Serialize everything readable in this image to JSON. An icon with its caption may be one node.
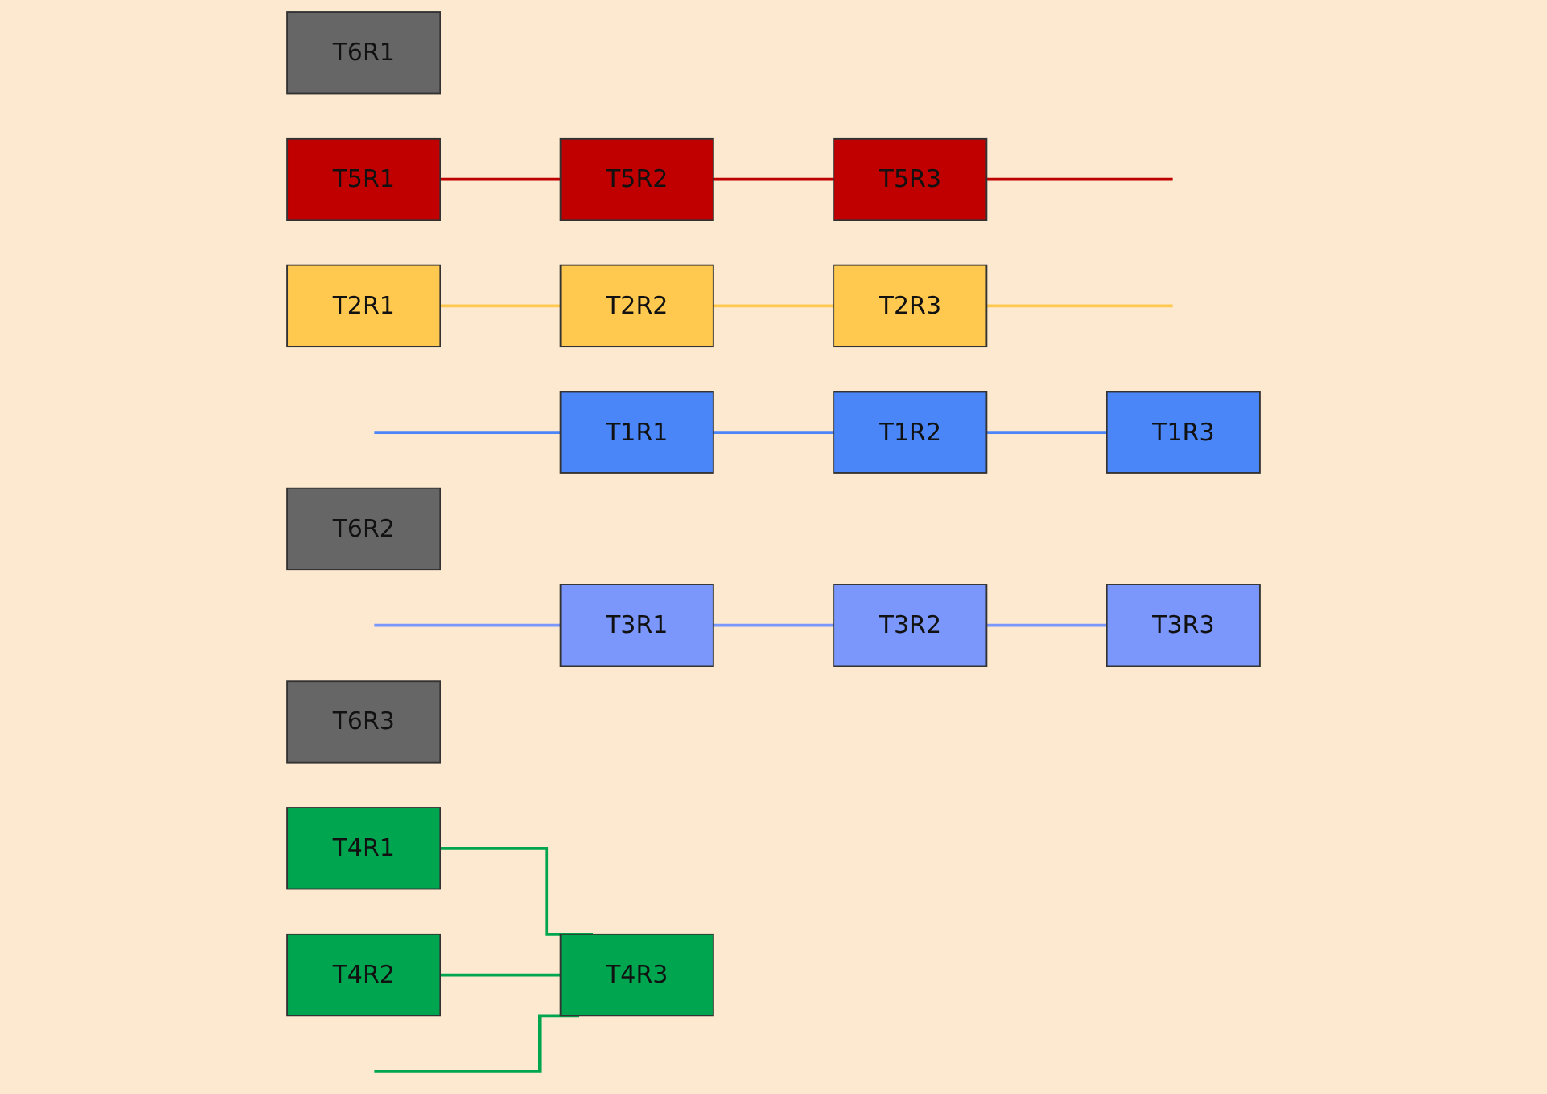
{
  "diagram": {
    "nodes": [
      {
        "text": [
          "T1R1"
        ]
      },
      {
        "text": [
          "T6R1"
        ]
      },
      {
        "text": [
          "T3R1"
        ]
      },
      {
        "text": [
          "T5R1"
        ]
      },
      {
        "text": [
          "T2R1"
        ]
      },
      {
        "text": [
          "T4R1"
        ]
      },
      {
        "text": [
          "T6R2"
        ]
      },
      {
        "text": [
          "T4R2"
        ]
      },
      {
        "text": [
          "T5R2"
        ]
      },
      {
        "text": [
          "T2R2"
        ]
      },
      {
        "text": [
          "T3R2"
        ]
      },
      {
        "text": [
          "T1R2"
        ]
      },
      {
        "text": [
          "T2R3"
        ]
      },
      {
        "text": [
          "T5R3"
        ]
      },
      {
        "text": [
          "T3R3"
        ]
      },
      {
        "text": [
          "T4R3"
        ]
      },
      {
        "text": [
          "T1R3"
        ]
      },
      {
        "text": [
          "T6R3"
        ]
      }
    ],
    "edges": [
      {
        "from": null,
        "to": 0,
        "arrow": "none",
        "color": "#4a86f7"
      },
      {
        "from": 0,
        "to": 11,
        "arrow": "none",
        "color": "#4a86f7"
      },
      {
        "from": 11,
        "to": 16,
        "arrow": "none",
        "color": "#4a86f7"
      },
      {
        "from": null,
        "to": 2,
        "arrow": "none",
        "color": "#7b97fb"
      },
      {
        "from": 2,
        "to": 10,
        "arrow": "none",
        "color": "#7b97fb"
      },
      {
        "from": 10,
        "to": 14,
        "arrow": "none",
        "color": "#7b97fb"
      },
      {
        "from": 3,
        "to": 8,
        "arrow": "none",
        "color": "#c00000"
      },
      {
        "from": 8,
        "to": 13,
        "arrow": "none",
        "color": "#c00000"
      },
      {
        "from": 13,
        "to": null,
        "arrow": "none",
        "color": "#c00000"
      },
      {
        "from": 4,
        "to": 9,
        "arrow": "none",
        "color": "#ffc94f"
      },
      {
        "from": 9,
        "to": 12,
        "arrow": "none",
        "color": "#ffc94f"
      },
      {
        "from": 12,
        "to": null,
        "arrow": "none",
        "color": "#ffc94f"
      },
      {
        "from": 5,
        "to": 15,
        "arrow": "none",
        "color": "#00a64f"
      },
      {
        "from": 7,
        "to": 15,
        "arrow": "none",
        "color": "#00a64f"
      },
      {
        "from": null,
        "to": 15,
        "arrow": "none",
        "color": "#00a64f"
      }
    ]
  }
}
